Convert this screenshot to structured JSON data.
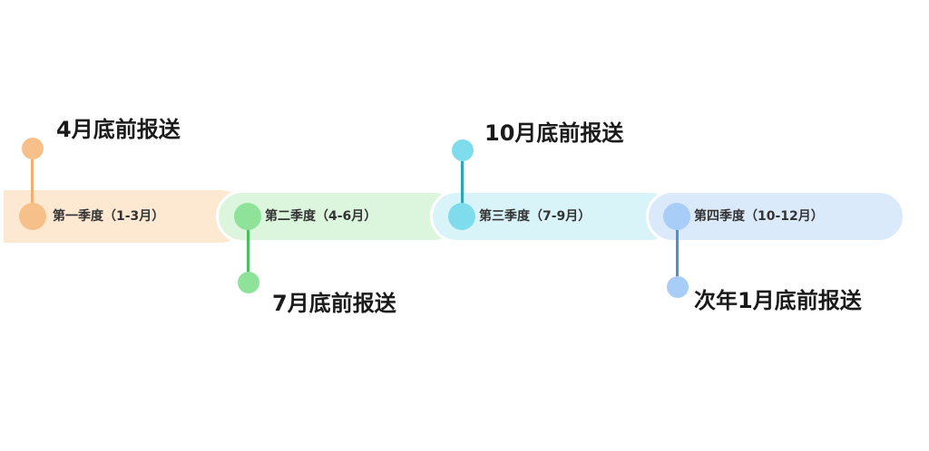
{
  "quarters": [
    {
      "label": "第一季度（1-3月）",
      "deadline": "4月底前报送",
      "color": "#f7c08a",
      "stem_color": "#f0b070"
    },
    {
      "label": "第二季度（4-6月）",
      "deadline": "7月底前报送",
      "color": "#8ee29a",
      "stem_color": "#4cc060"
    },
    {
      "label": "第三季度（7-9月）",
      "deadline": "10月底前报送",
      "color": "#7fdcec",
      "stem_color": "#2aa8b8"
    },
    {
      "label": "第四季度（10-12月）",
      "deadline": "次年1月底前报送",
      "color": "#a8cdf7",
      "stem_color": "#4a90d9"
    }
  ]
}
